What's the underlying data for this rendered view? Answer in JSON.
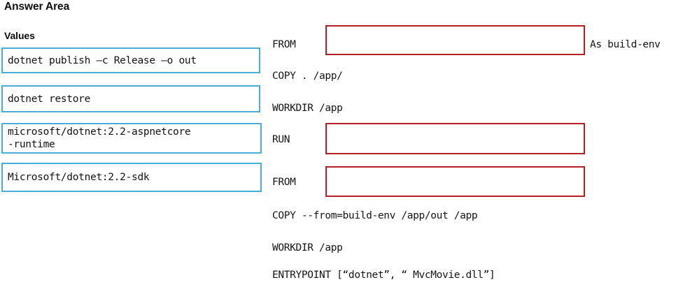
{
  "page": {
    "answer_area_title": "Answer Area",
    "values_title": "Values",
    "accent_blue": "#4cacd8",
    "accent_red": "#b52025",
    "background": "#ffffff"
  },
  "values": {
    "label": "Values",
    "items": [
      {
        "text": "dotnet publish –c Release –o out"
      },
      {
        "text": "dotnet restore"
      },
      {
        "text": "microsoft/dotnet:2.2-aspnetcore\n-runtime"
      },
      {
        "text": "Microsoft/dotnet:2.2-sdk"
      }
    ]
  },
  "dockerfile": {
    "lines": [
      {
        "id": "from-1",
        "text": "FROM"
      },
      {
        "id": "copy-app",
        "text": "COPY . /app/"
      },
      {
        "id": "workdir-1",
        "text": "WORKDIR /app"
      },
      {
        "id": "run",
        "text": "RUN"
      },
      {
        "id": "from-2",
        "text": "FROM"
      },
      {
        "id": "copy-from",
        "text": "COPY --from=build-env /app/out /app"
      },
      {
        "id": "workdir-2",
        "text": "WORKDIR /app"
      },
      {
        "id": "entrypoint",
        "text": "ENTRYPOINT [“dotnet”, “ MvcMovie.dll”]"
      }
    ],
    "trailing": {
      "build_env": "As build-env"
    },
    "drop_targets": [
      {
        "id": "drop-0",
        "value": ""
      },
      {
        "id": "drop-1",
        "value": ""
      },
      {
        "id": "drop-2",
        "value": ""
      }
    ]
  }
}
